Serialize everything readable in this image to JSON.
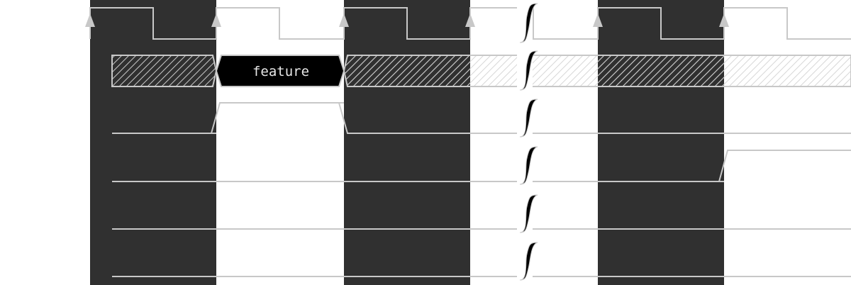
{
  "diagram": {
    "bus": {
      "data_label": "feature"
    },
    "colors": {
      "period_shade": "#303030",
      "wave_line": "#c8c8c8",
      "data_fill": "#000000",
      "gap_mark": "#000000"
    },
    "signal_states": {
      "signal_3": [
        0,
        1,
        0,
        0,
        0,
        0
      ],
      "signal_4": [
        0,
        0,
        0,
        0,
        0,
        1
      ],
      "signal_5": [
        0,
        0,
        0,
        0,
        0,
        0
      ],
      "signal_6": [
        0,
        0,
        0,
        0,
        0,
        0
      ]
    }
  }
}
